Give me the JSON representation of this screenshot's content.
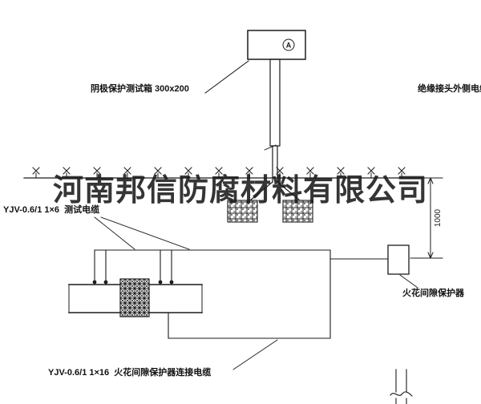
{
  "watermark": "河南邦信防腐材料有限公司",
  "labels": {
    "test_box": "阴极保护测试箱 300x200",
    "insulated_joint_cable": "绝缘接头外侧电缆",
    "test_cable": "YJV-0.6/1 1×6  测试电缆",
    "spark_gap_protector": "火花间隙保护器",
    "protector_cable": "YJV-0.6/1 1×16  火花间隙保护器连接电缆",
    "dimension_1000": "1000",
    "meter_symbol": "A"
  },
  "colors": {
    "line": "#1c1c1c",
    "background": "#ffffff",
    "watermark": "#191919"
  }
}
